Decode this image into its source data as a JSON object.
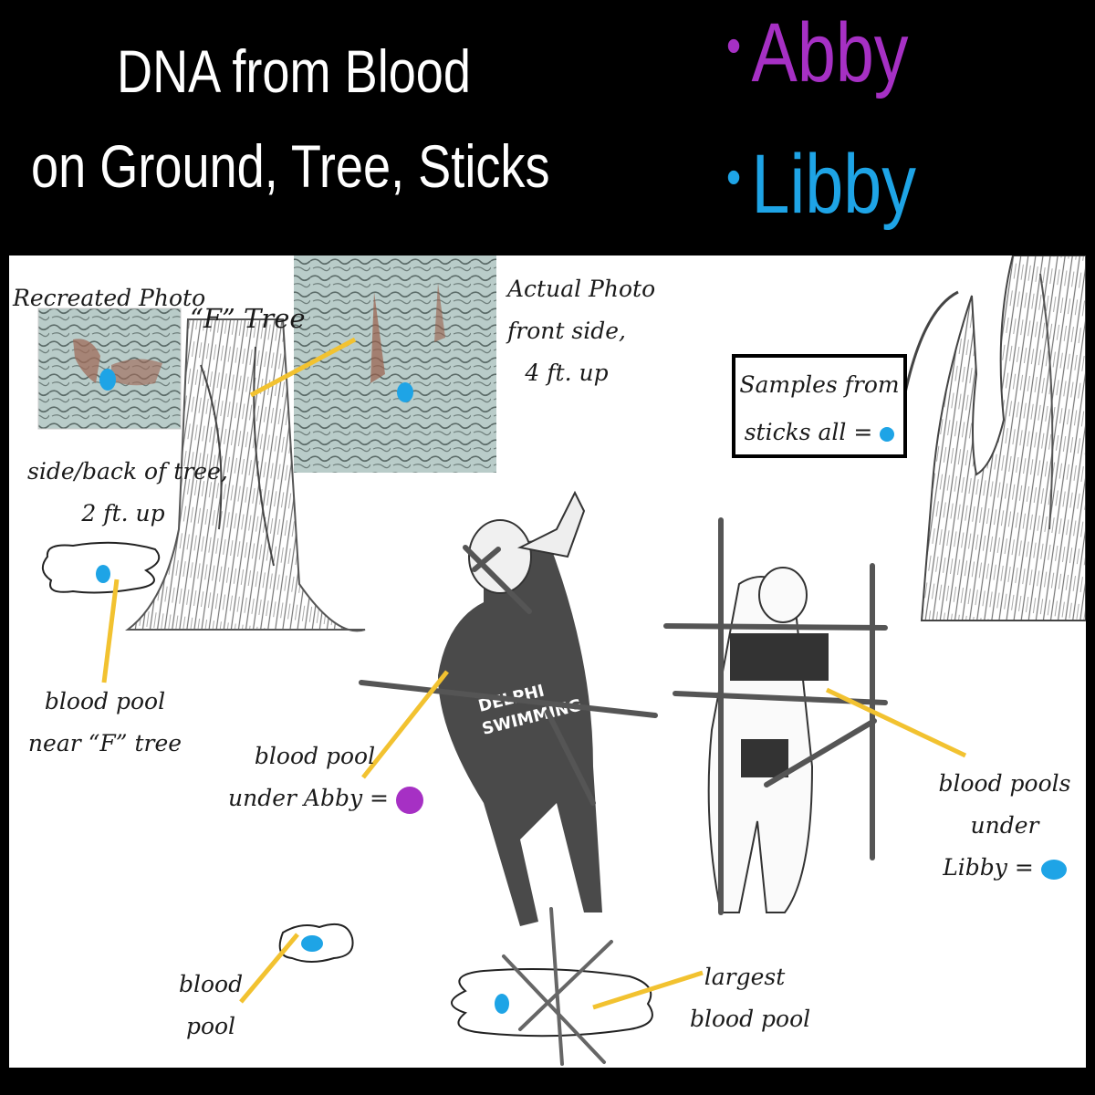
{
  "header": {
    "title_line1": "DNA from Blood",
    "title_line2": "on Ground, Tree, Sticks"
  },
  "legend": {
    "items": [
      {
        "label": "Abby",
        "color": "#a630c4",
        "bullet": "•"
      },
      {
        "label": "Libby",
        "color": "#1ea4e6",
        "bullet": "•"
      }
    ]
  },
  "labels": {
    "recreated_photo": "Recreated Photo",
    "f_tree": "“F” Tree",
    "actual_photo_line1": "Actual Photo",
    "actual_photo_line2": "front side,",
    "actual_photo_line3": "4 ft. up",
    "side_back_line1": "side/back of tree,",
    "side_back_line2": "2 ft. up",
    "samples_line1": "Samples from",
    "samples_line2": "sticks all =",
    "blood_pool_f_line1": "blood pool",
    "blood_pool_f_line2": "near “F” tree",
    "blood_pool_abby_line1": "blood pool",
    "blood_pool_abby_line2": "under Abby =",
    "blood_pools_libby_line1": "blood pools",
    "blood_pools_libby_line2": "under",
    "blood_pools_libby_line3": "Libby =",
    "blood_pool_small_line1": "blood",
    "blood_pool_small_line2": "pool",
    "largest_line1": "largest",
    "largest_line2": "blood pool",
    "shirt_text_line1": "DELPHI",
    "shirt_text_line2": "SWIMMING"
  },
  "colors": {
    "abby": "#a630c4",
    "libby": "#1ea4e6",
    "pointer": "#f2c230",
    "bark": "#b9ccc9"
  }
}
